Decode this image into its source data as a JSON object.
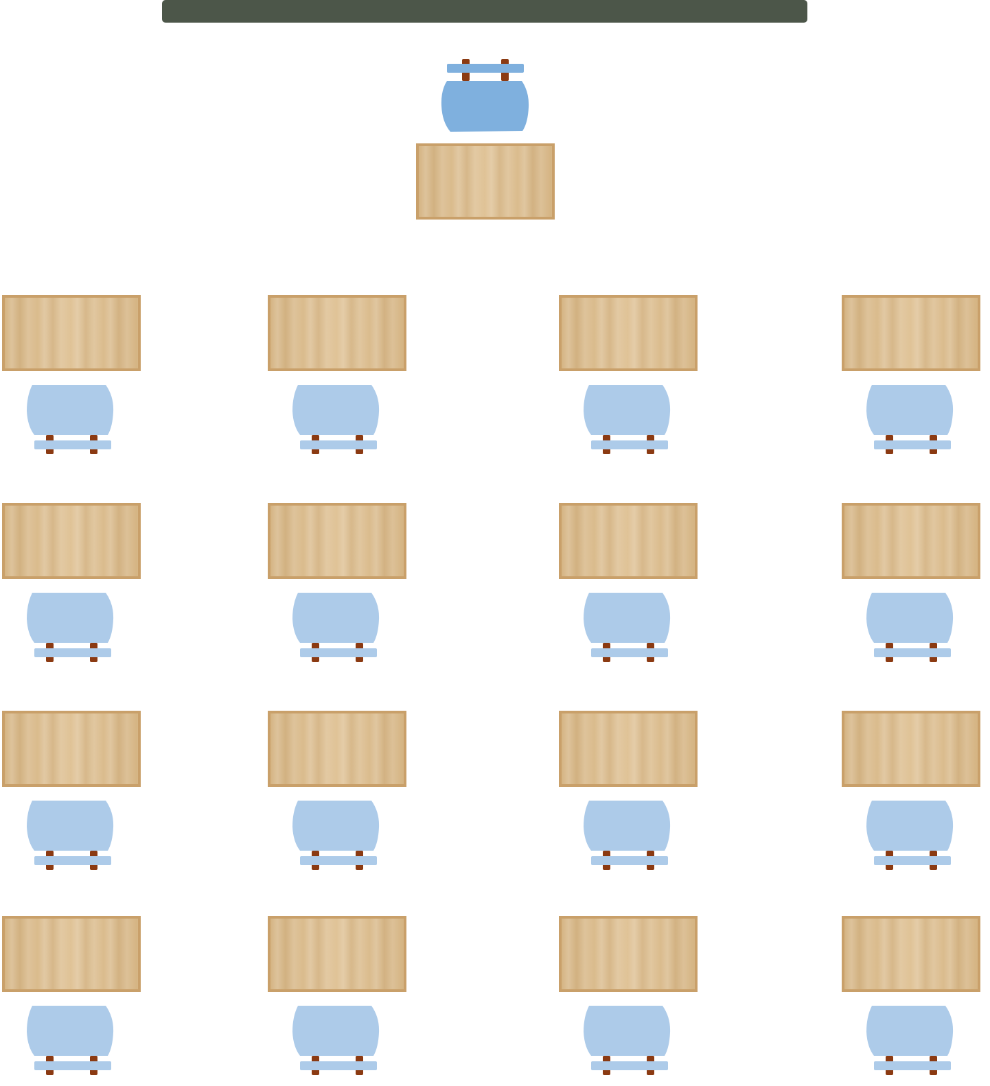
{
  "colors": {
    "board": "#4c5649",
    "desk_wood": "#dcbc8b",
    "desk_border": "#c9a06a",
    "teacher_chair": "#7fb0de",
    "student_chair": "#adcbe9",
    "chair_legs": "#8b3a12"
  },
  "icons": {
    "board": "blackboard",
    "desk": "wooden-desk",
    "chair": "armchair-top-view"
  },
  "layout": {
    "teacher_stations": 1,
    "student_rows": 4,
    "student_columns": 4,
    "student_stations": 16
  }
}
